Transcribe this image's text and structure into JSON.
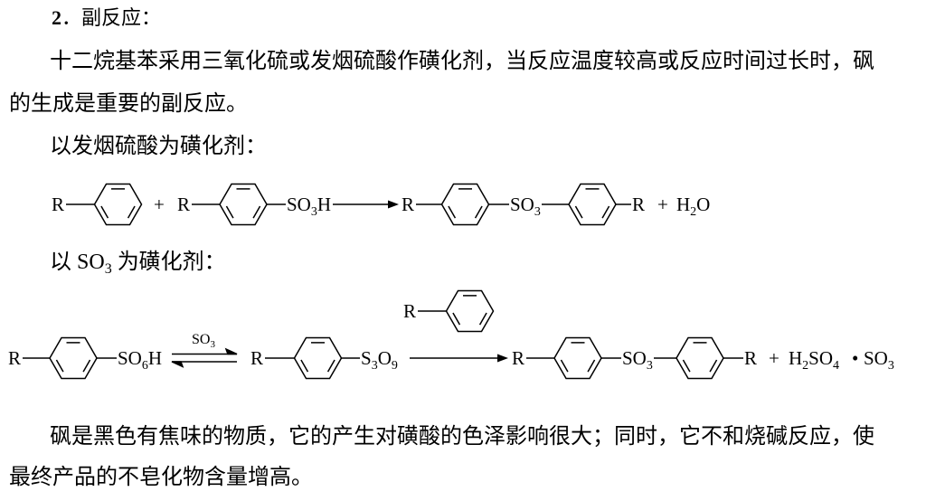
{
  "heading": {
    "number": "2",
    "title": "．副反应："
  },
  "paragraph_1": {
    "line_1": "十二烷基苯采用三氧化硫或发烟硫酸作磺化剂，当反应温度较高或反应时间过长时，砜",
    "line_2": "的生成是重要的副反应。"
  },
  "oleum_label": "以发烟硫酸为磺化剂：",
  "so3_label": {
    "prefix": "以 ",
    "formula": "SO",
    "formula_sub": "3",
    "suffix": " 为磺化剂："
  },
  "reaction_1": {
    "reactant_1_r": "R",
    "plus_1": "+",
    "reactant_2_r": "R",
    "sulfonic_acid": {
      "main": "SO",
      "sub": "3",
      "tail": "H"
    },
    "product_r_left": "R",
    "sulfone_bridge": {
      "main": "SO",
      "sub": "3"
    },
    "product_r_right": "R",
    "plus_2": "+",
    "water": {
      "main": "H",
      "sub": "2",
      "tail": "O"
    }
  },
  "reaction_2": {
    "reactant_r": "R",
    "reactant_group": {
      "main": "SO",
      "sub": "6",
      "tail": "H"
    },
    "equilibrium_reagent": {
      "main": "SO",
      "sub": "3"
    },
    "intermediate_r": "R",
    "intermediate_group": {
      "main": "S",
      "sub": "3",
      "mid": "O",
      "sub2": "9"
    },
    "co_reactant_r": "R",
    "product_r_left": "R",
    "sulfone_bridge": {
      "main": "SO",
      "sub": "3"
    },
    "product_r_right": "R",
    "plus": "+",
    "byproduct_acid": {
      "main": "H",
      "sub": "2",
      "mid": "SO",
      "sub2": "4"
    },
    "adduct_dot": "•",
    "byproduct_so3": {
      "main": "SO",
      "sub": "3"
    }
  },
  "paragraph_2": {
    "line_1": "砜是黑色有焦味的物质，它的产生对磺酸的色泽影响很大；同时，它不和烧碱反应，使",
    "line_2": "最终产品的不皂化物含量增高。"
  }
}
